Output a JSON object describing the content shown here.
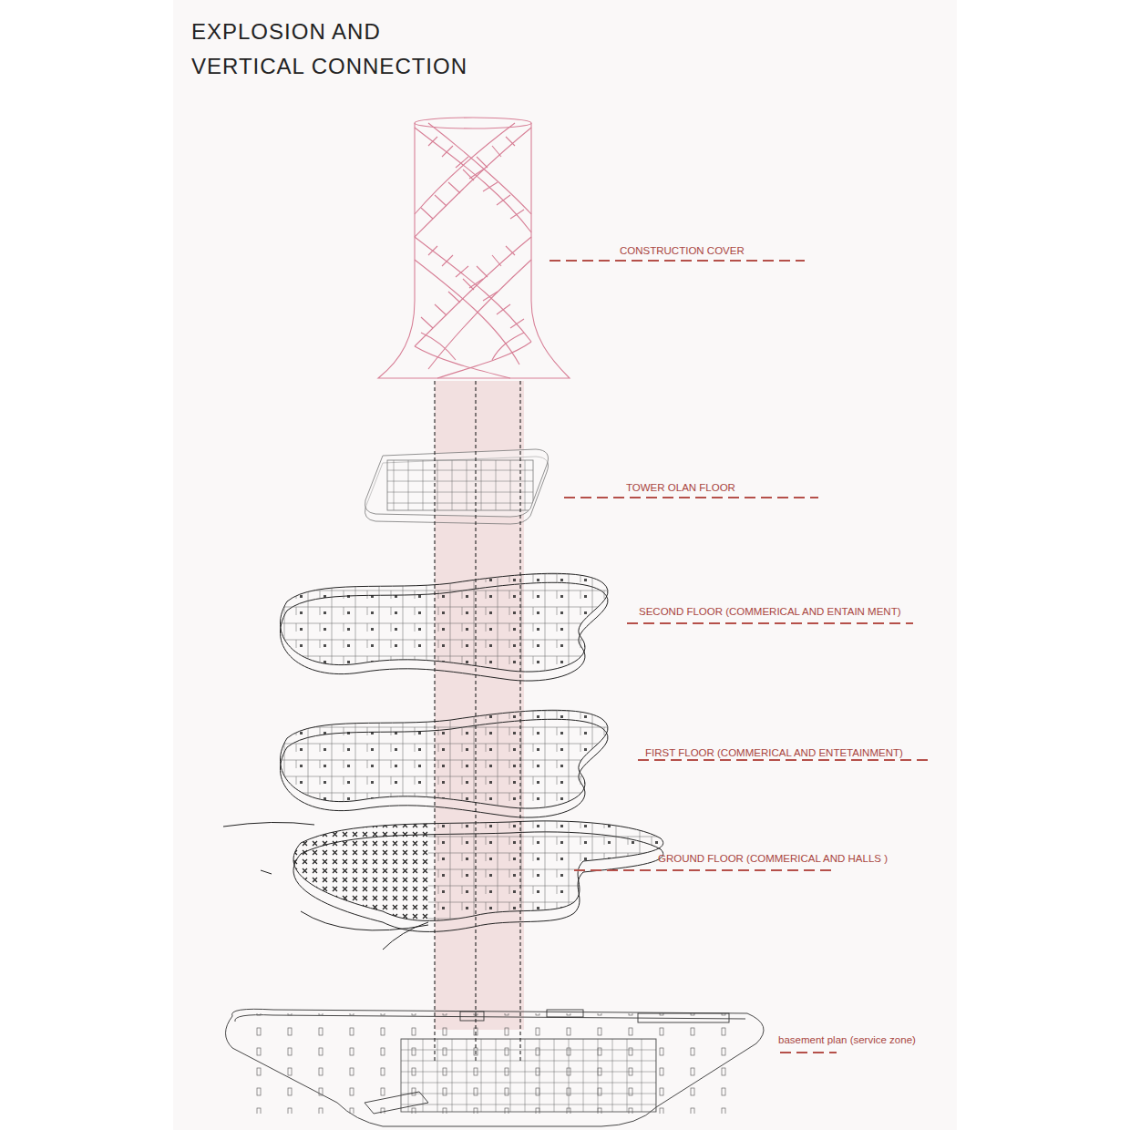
{
  "diagram": {
    "title": "EXPLOSION AND VERTICAL CONNECTION",
    "labels": [
      "CONSTRUCTION COVER",
      "TOWER OLAN FLOOR",
      "SECOND FLOOR (COMMERICAL AND ENTAIN MENT)",
      "FIRST FLOOR (COMMERICAL AND ENTETAINMENT)",
      "GROUND FLOOR (COMMERICAL AND HALLS )",
      "basement plan (service zone)"
    ]
  }
}
